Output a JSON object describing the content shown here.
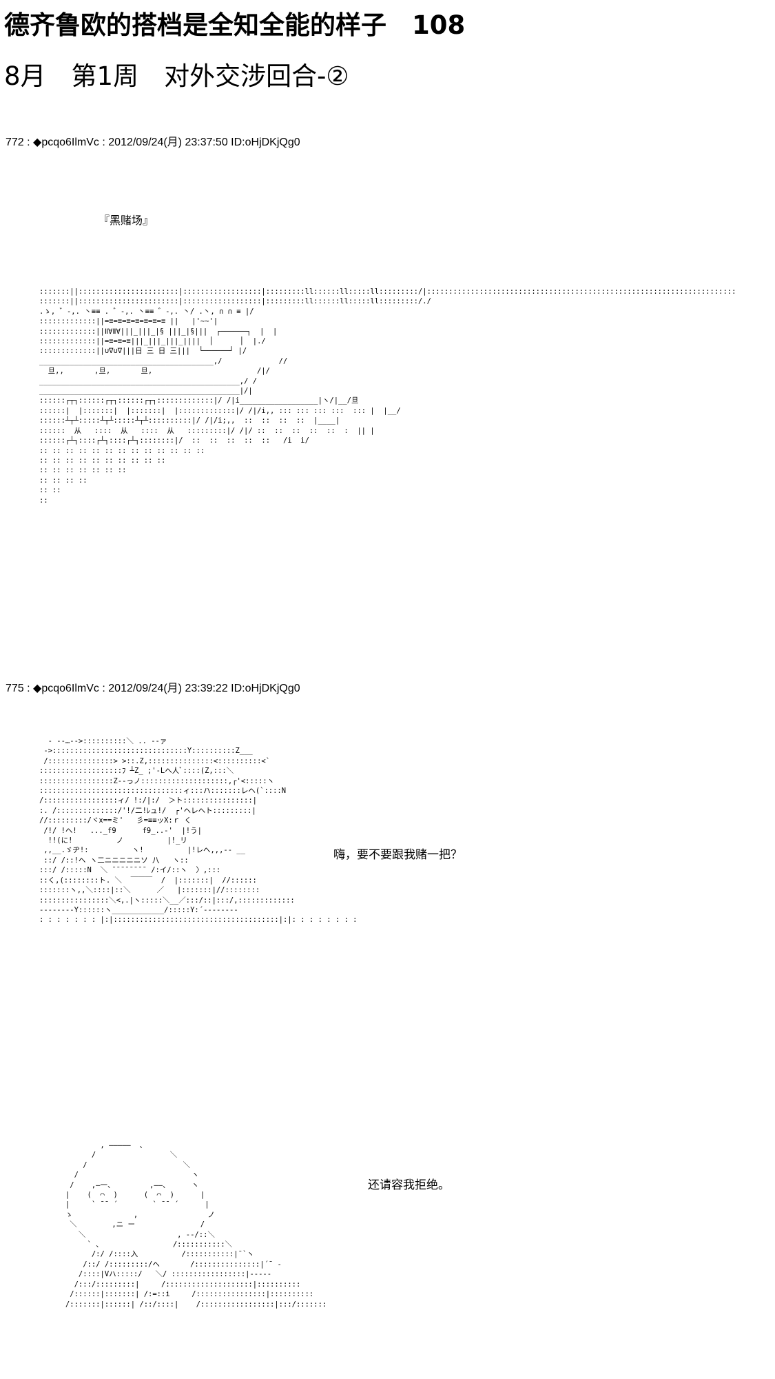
{
  "title": {
    "line1": "德齐鲁欧的搭档是全知全能的样子　108",
    "line2": "8月　第1周　对外交涉回合-②"
  },
  "posts": [
    {
      "header": "772 : ◆pcqo6IlmVc : 2012/09/24(月) 23:37:50 ID:oHjDKjQg0",
      "location_label": "『黑赌场』",
      "art": ":::::::||:::::::::::::::::::::::|::::::::::::::::::|:::::::::ll::::::ll:::::ll:::::::::/|:::::::::::::::::::::::::::::::::::::::::::::::::::::::::::::::::::::::\n:::::::||:::::::::::::::::::::::|::::::::::::::::::|:::::::::ll::::::ll:::::ll:::::::::/./\n.ゝ, ゛-,. 丶≡≡ . ゛-,. 丶≡≡ ゛-,. 丶/ .丶, ∩ ∩ ≡ |/\n:::::::::::::||=≡=≡=≡=≡=≡=≡=≡ ||   |'~~'|\n:::::::::::::||Ⅱ∀Ⅱ∀|||_|||_|§ |||_|§|||  ┌──────┐  |  |\n:::::::::::::||=≡=≡=≡|||_|||_|||_||||  │      │  |./\n:::::::::::::||∪∇∪∇|||日 三 日 三|||  └──────┘ |/\n________________________________________,/             //\n  旦,,       ,旦,       旦,                        /|/\n______________________________________________,/ /\n______________________________________________|/|\n::::::┌┬┐::::::┌┬┐::::::┌┬┐:::::::::::::|/ /|i__________________|ヽ/|__/旦\n::::::|  |:::::::|  |:::::::|  |:::::::::::::|/ /|/i,, ::: ::: ::: :::  ::: |  |__/\n::::::┴┬┴:::::┴┬┴:::::┴┬┴::::::::::|/ /|/i;,,  ::  ::  ::  ::  |____|\n::::::  从   ::::  从   ::::  从   :::::::::|/ /|/ ::  ::  ::  ::  ::  :  || |\n::::::┌┴┐::::┌┴┐::::┌┴┐::::::::|/  ::  ::  ::  ::  ::   /i  i/\n:: :: :: :: :: :: :: :: :: :: :: :: ::\n:: :: :: :: :: :: :: :: :: ::\n:: :: :: :: :: :: ::\n:: :: :: ::\n:: ::\n::"
    },
    {
      "header": "775 : ◆pcqo6IlmVc : 2012/09/24(月) 23:39:22 ID:oHjDKjQg0",
      "art_1": "  - -‐…-->::::::::::＼ .. -‐ァ\n ‐>:::::::::::::::::::::::::::::::Y::::::::::Z___\n /:::::::::::::::> >::.Z,:::::::::::::::<::::::::::<`\n:::::::::::::::::::ﾌ ┴Z_ ;'-Lヘ人ﾞ::::(Z,:::＼\n:::::::::::::::::Z--っノ::::::::::::::::::::,┌'<:::::ヽ\n:::::::::::::::::::::::::::::::::ィ:::ハ:::::::レヘ(`::::N\n/:::::::::::::::::ィ/ !:/|:/  ＞ト::::::::::::::::|\n:. /::::::::::::::/'!/二!ﾚュ!/  ┌'ヘレヘト:::::::::|\n//:::::::::/ヾx==ミ'   彡=≡≡ッX:ｒ く\n /!/ !ヘ!   ..._f9      f9_..-'  |!う|\n  !!(に!          ノ          |!_リ\n ,,__.ゞヂ!:          ヽ!          |!レへ,,,-- __\n ::/ /::!ヘ ヽ二ニニニニニソ 八   ヽ::\n:::/ /:::::N  ＼ ¯¯¯¯¯¯¯¯ /:イ/::ヽ  〉,:::\n::く,(::::::::ト. ＼  ￣￣￣  /  |:::::::|  //::::::\n:::::::ヽ,,＼::::|::＼      ／   |:::::::|//::::::::\n::::::::::::::::＼<,.|ヽ:::::＼__／:::/::|:::/,:::::::::::::\n‐‐‐‐‐‐‐‐Y::::::ヽ____________/:::::Y:´‐‐‐‐‐‐‐‐\n: : : : : : : |:|::::::::::::::::::::::::::::::::::::::|:|: : : : : : : :",
      "dialogue_1": "嗨，要不要跟我赌一把？",
      "art_2": "              , ―――――  、\n            /                 ＼\n          /                      ＼\n        /                          ヽ\n       /    ,―一、        ,――、     ヽ\n      |    (  ⌒  )      (  ⌒  )      |\n      |     ` ¯¯ ´        ` ¯¯ ´      |\n      ゝ              ,                ノ\n       ＼        ,ニ ー               /\n         ＼                     , -‐/::＼\n           ` 、                /:::::::::::＼\n            /:/ /::::入          /:::::::::::|¯`ヽ\n          /::/ /:::::::::/ヘ       /:::::::::::::::|´¯ -\n         /::::|Vハ:::::/   ＼/ :::::::::::::::::|-‐‐‐‐\n        /:::/:::::::::|     /::::::::::::::::::::|::::::::::\n       /::::::|:::::::| /:=::i     /::::::::::::::::|::::::::::\n      /:::::::|::::::| /::/::::|    /:::::::::::::::::|:::/:::::::",
      "dialogue_2": "还请容我拒绝。"
    }
  ]
}
